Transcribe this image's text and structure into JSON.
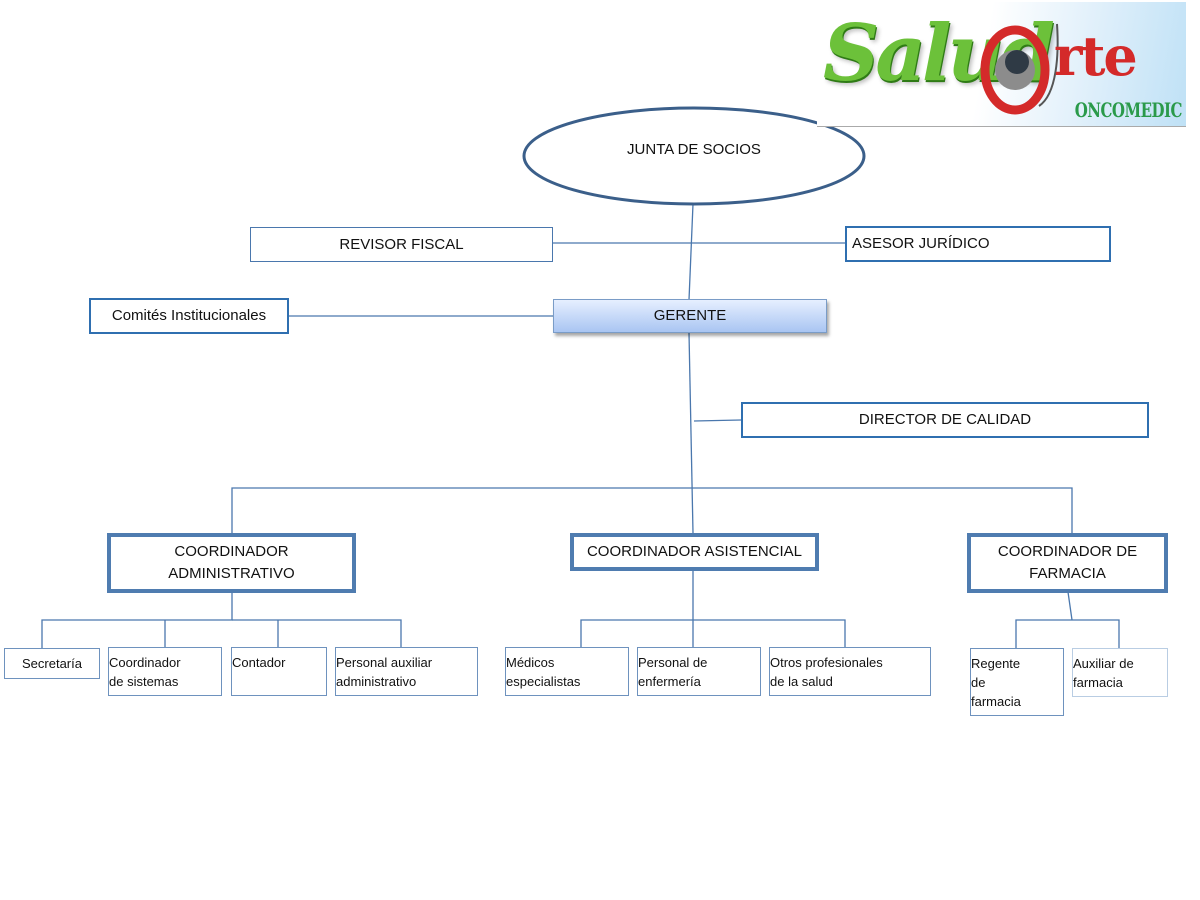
{
  "logo": {
    "brand_text": "Salud",
    "brand_text_2": "rte",
    "subtitle": "ONCOMEDIC",
    "colors": {
      "green": "#6cc13a",
      "red": "#d42a2a",
      "subtitle": "#2a9a4a"
    }
  },
  "org": {
    "top": "JUNTA DE SOCIOS",
    "revisor": "REVISOR FISCAL",
    "asesor": "ASESOR JURÍDICO",
    "comites": "Comités Institucionales",
    "gerente": "GERENTE",
    "director_calidad": "DIRECTOR DE CALIDAD",
    "coordinators": [
      {
        "title": "COORDINADOR ADMINISTRATIVO",
        "line1": "COORDINADOR",
        "line2": "ADMINISTRATIVO",
        "children": [
          {
            "line1": "Secretaría",
            "line2": ""
          },
          {
            "line1": "Coordinador",
            "line2": "de sistemas"
          },
          {
            "line1": "Contador",
            "line2": ""
          },
          {
            "line1": "Personal auxiliar",
            "line2": "administrativo"
          }
        ]
      },
      {
        "title": "COORDINADOR ASISTENCIAL",
        "line1": "COORDINADOR ASISTENCIAL",
        "line2": "",
        "children": [
          {
            "line1": "Médicos",
            "line2": "especialistas"
          },
          {
            "line1": "Personal de",
            "line2": "enfermería"
          },
          {
            "line1": "Otros profesionales",
            "line2": "de la salud"
          }
        ]
      },
      {
        "title": "COORDINADOR DE FARMACIA",
        "line1": "COORDINADOR DE",
        "line2": "FARMACIA",
        "children": [
          {
            "line1": "Regente",
            "line2": "de",
            "line3": "farmacia"
          },
          {
            "line1": "Auxiliar de",
            "line2": "farmacia"
          }
        ]
      }
    ],
    "colors": {
      "line": "#4a77ad",
      "ellipse": "#3b5f8a",
      "gerente_fill": "#a9c5f2"
    }
  }
}
